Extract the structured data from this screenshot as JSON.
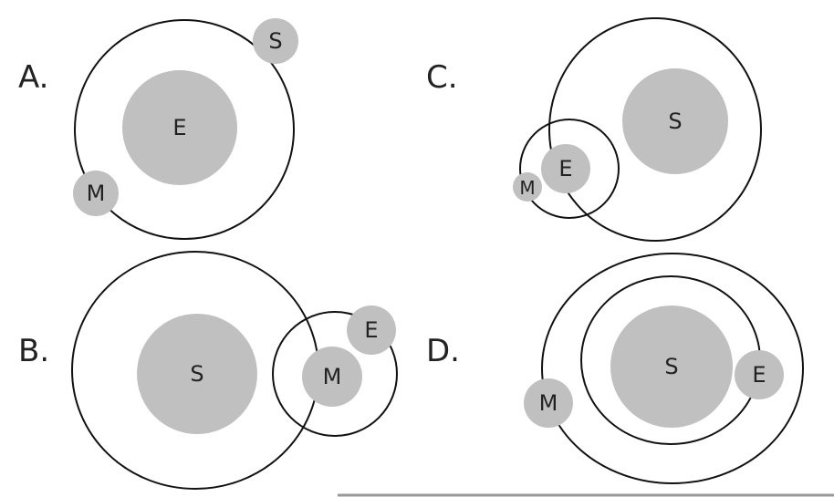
{
  "options": [
    {
      "label": "A.",
      "bodies": {
        "center": "E",
        "outer1": "S",
        "outer2": "M"
      }
    },
    {
      "label": "B.",
      "bodies": {
        "center": "S",
        "moon": "M",
        "satellite": "E"
      }
    },
    {
      "label": "C.",
      "bodies": {
        "center": "S",
        "planet": "E",
        "moon": "M"
      }
    },
    {
      "label": "D.",
      "bodies": {
        "center": "S",
        "inner": "E",
        "outer": "M"
      }
    }
  ],
  "colors": {
    "body": "#c0c0c0",
    "orbit": "#111111"
  }
}
